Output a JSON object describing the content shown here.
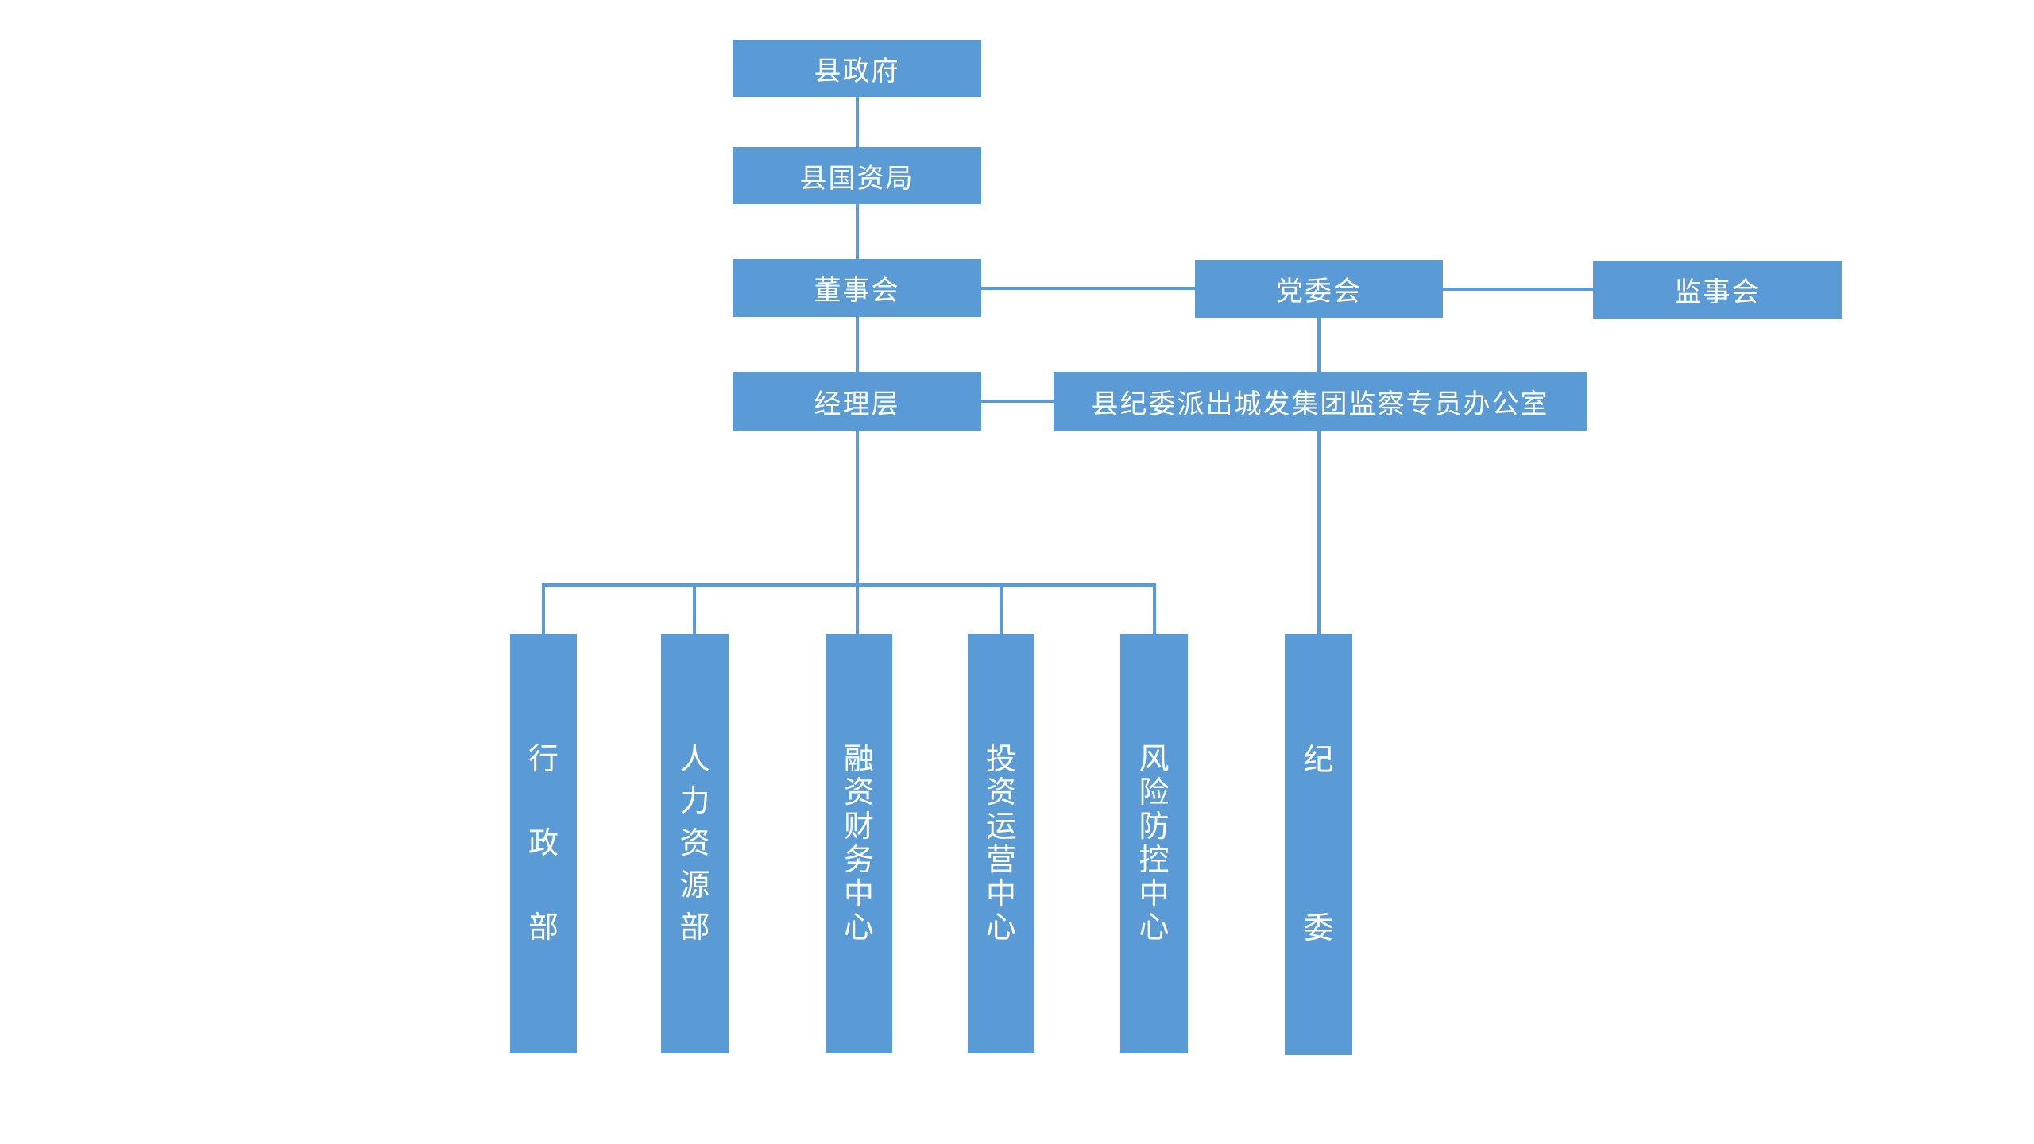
{
  "colors": {
    "box_fill": "#5B9BD5",
    "connector": "#5B9BD5",
    "text_color": "#FFFFFF",
    "background": "#FFFFFF"
  },
  "diagram": {
    "type": "org-chart",
    "nodes": {
      "county_government": "县政府",
      "county_sasac": "县国资局",
      "board_of_directors": "董事会",
      "party_committee": "党委会",
      "supervisory_board": "监事会",
      "management_team": "经理层",
      "supervision_office": "县纪委派出城发集团监察专员办公室",
      "administration_dept": "行政部",
      "hr_dept": "人力资源部",
      "financing_finance_center": "融资财务中心",
      "investment_operation_center": "投资运营中心",
      "risk_control_center": "风险防控中心",
      "discipline_committee": "纪委"
    },
    "edges": [
      {
        "from": "县政府",
        "to": "县国资局"
      },
      {
        "from": "县国资局",
        "to": "董事会"
      },
      {
        "from": "董事会",
        "to": "党委会"
      },
      {
        "from": "党委会",
        "to": "监事会"
      },
      {
        "from": "董事会",
        "to": "经理层"
      },
      {
        "from": "经理层",
        "to": "县纪委派出城发集团监察专员办公室"
      },
      {
        "from": "党委会",
        "to": "县纪委派出城发集团监察专员办公室"
      },
      {
        "from": "县纪委派出城发集团监察专员办公室",
        "to": "纪委"
      },
      {
        "from": "经理层",
        "to": "行政部"
      },
      {
        "from": "经理层",
        "to": "人力资源部"
      },
      {
        "from": "经理层",
        "to": "融资财务中心"
      },
      {
        "from": "经理层",
        "to": "投资运营中心"
      },
      {
        "from": "经理层",
        "to": "风险防控中心"
      }
    ]
  }
}
